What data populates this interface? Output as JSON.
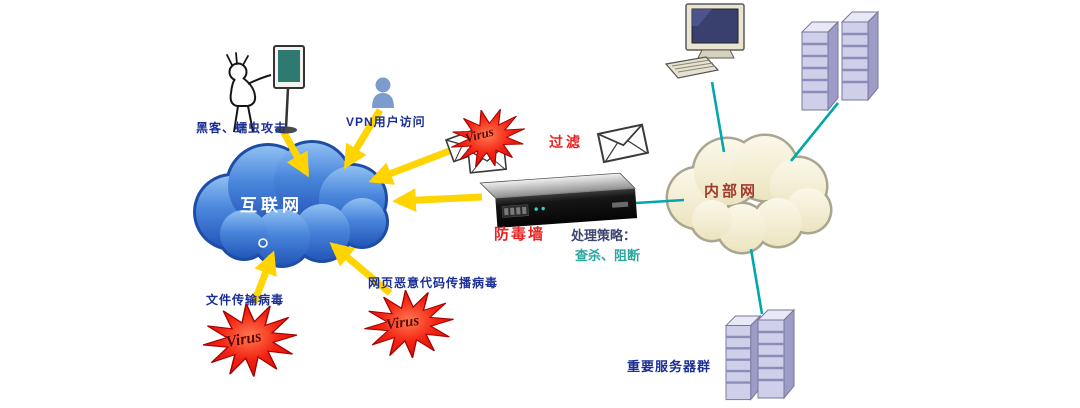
{
  "diagram": {
    "background": "#ffffff",
    "colors": {
      "internet_cloud": "#3a6fd0",
      "intranet_cloud_fill": "#f6f0d6",
      "arrow_yellow": "#ffd400",
      "connector_teal": "#00a8ae",
      "virus_red": "#e21010",
      "label_navy": "#1b2f96",
      "label_red": "#e62222",
      "label_teal": "#2aa7a0",
      "intranet_label_color": "#a23b2e"
    },
    "nodes": {
      "hacker": {
        "label": "黑客、蠕虫攻击"
      },
      "vpn_user": {
        "label": "VPN用户访问"
      },
      "internet": {
        "label": "互联网"
      },
      "virus_top": {
        "label": "Virus"
      },
      "virus_bottom_left": {
        "label": "Virus"
      },
      "virus_bottom_middle": {
        "label": "Virus"
      },
      "file_transfer_virus": {
        "label": "文件传输病毒"
      },
      "web_malicious_code": {
        "label": "网页恶意代码传播病毒"
      },
      "filter": {
        "label": "过滤"
      },
      "antivirus_wall": {
        "label": "防毒墙"
      },
      "policy": {
        "title": "处理策略：",
        "actions": "查杀、阻断"
      },
      "intranet": {
        "label": "内部网"
      },
      "server_group": {
        "label": "重要服务器群"
      }
    }
  }
}
